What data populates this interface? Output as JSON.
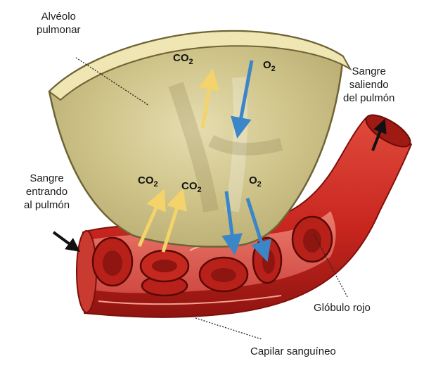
{
  "labels": {
    "alveolo": [
      "Alvéolo",
      "pulmonar"
    ],
    "sangre_saliendo": [
      "Sangre",
      "saliendo",
      "del pulmón"
    ],
    "sangre_entrando": [
      "Sangre",
      "entrando",
      "al pulmón"
    ],
    "globulo_rojo": "Glóbulo rojo",
    "capilar": "Capilar sanguíneo"
  },
  "gases": {
    "co2_top": {
      "base": "CO",
      "sub": "2"
    },
    "o2_top": {
      "base": "O",
      "sub": "2"
    },
    "co2_low_left": {
      "base": "CO",
      "sub": "2"
    },
    "co2_low_right": {
      "base": "CO",
      "sub": "2"
    },
    "o2_low": {
      "base": "O",
      "sub": "2"
    }
  },
  "colors": {
    "alveolus_fill": "#d9cf96",
    "alveolus_edge": "#efe6b4",
    "vessel_red": "#c8261f",
    "vessel_dark": "#8f1410",
    "cell_red": "#b8201a",
    "co2_arrow": "#f3d36a",
    "o2_arrow": "#3b86c9",
    "flow_arrow": "#111111"
  }
}
